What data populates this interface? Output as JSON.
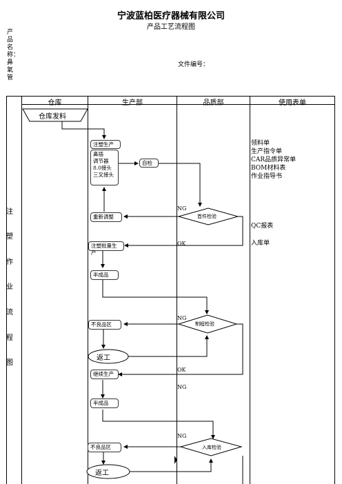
{
  "header": {
    "company": "宁波蓝柏医疗器械有限公司",
    "subtitle": "产品工艺流程图",
    "product_name": "产品名称：鼻氧管",
    "doc_no_label": "文件编号："
  },
  "columns": [
    "仓库",
    "生产部",
    "品质部",
    "使用表单"
  ],
  "side_label": [
    "注",
    "塑",
    "作",
    "业",
    "流",
    "程",
    "图"
  ],
  "nodes": {
    "warehouse": "仓库发料",
    "injection": "注塑生产",
    "parts": [
      "鼻插",
      "调节器",
      "8.0接头",
      "三叉接头"
    ],
    "self_check": "自检",
    "first_inspection": "首件检验",
    "readjust": "重新调整",
    "batch_production": "注塑批量生产",
    "semi_1": "半成品",
    "process_inspection": "制程检验",
    "defect_1": "不良品区",
    "rework_1": "返工",
    "continue_production": "继续生产",
    "semi_2": "半成品",
    "defect_2": "不良品区",
    "incoming_inspection": "入库检验",
    "rework_2": "返工"
  },
  "labels": {
    "ng_1": "NG",
    "ok_1": "OK",
    "ng_2": "NG",
    "ok_2": "OK",
    "ng_3": "NG",
    "ng_4": "NG"
  },
  "forms": {
    "group1": [
      "领料单",
      "生产指令单",
      "CAR品质异常单",
      "BOM材料表",
      "作业指导书"
    ],
    "qc": "QC报表",
    "warehouse_in": "入库单"
  }
}
